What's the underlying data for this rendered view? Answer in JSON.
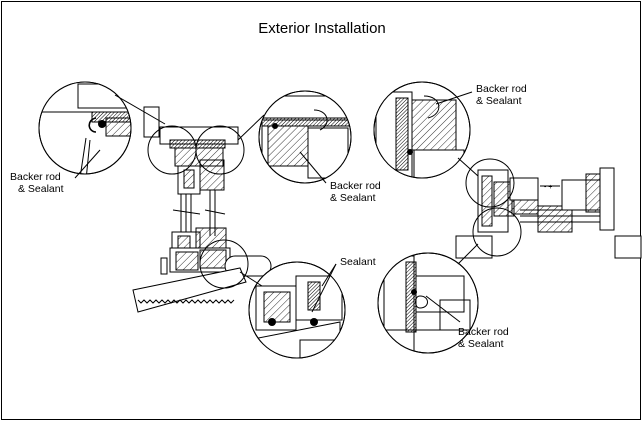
{
  "title": "Exterior Installation",
  "callouts": {
    "left_top": {
      "line1": "Backer rod",
      "line2": "& Sealant"
    },
    "center_top": {
      "line1": "Backer rod",
      "line2": "& Sealant"
    },
    "center_bottom": {
      "line1": "Sealant"
    },
    "right_top": {
      "line1": "Backer rod",
      "line2": "& Sealant"
    },
    "right_bottom": {
      "line1": "Backer rod",
      "line2": "& Sealant"
    }
  },
  "colors": {
    "line": "#000000",
    "background": "#ffffff"
  }
}
